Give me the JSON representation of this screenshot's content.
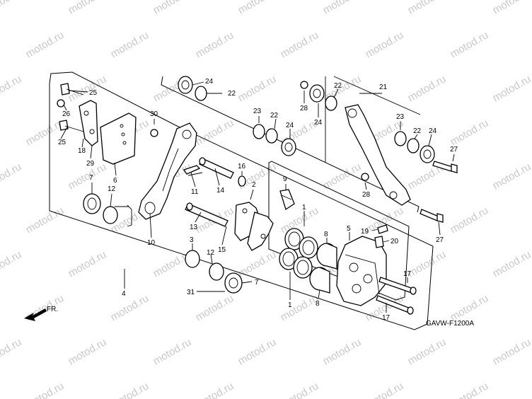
{
  "diagram": {
    "code": "GAVW-F1200A",
    "direction_label": "FR.",
    "watermark": "motod.ru",
    "callouts": [
      {
        "id": "c-25a",
        "text": "25"
      },
      {
        "id": "c-25b",
        "text": "25"
      },
      {
        "id": "c-26",
        "text": "26"
      },
      {
        "id": "c-18",
        "text": "18"
      },
      {
        "id": "c-29",
        "text": "29"
      },
      {
        "id": "c-6",
        "text": "6"
      },
      {
        "id": "c-7a",
        "text": "7"
      },
      {
        "id": "c-12a",
        "text": "12"
      },
      {
        "id": "c-24a",
        "text": "24"
      },
      {
        "id": "c-22a",
        "text": "22"
      },
      {
        "id": "c-30",
        "text": "30"
      },
      {
        "id": "c-10",
        "text": "10"
      },
      {
        "id": "c-11",
        "text": "11"
      },
      {
        "id": "c-14",
        "text": "14"
      },
      {
        "id": "c-16",
        "text": "16"
      },
      {
        "id": "c-2",
        "text": "2"
      },
      {
        "id": "c-13",
        "text": "13"
      },
      {
        "id": "c-15",
        "text": "15"
      },
      {
        "id": "c-3",
        "text": "3"
      },
      {
        "id": "c-12b",
        "text": "12"
      },
      {
        "id": "c-7b",
        "text": "7"
      },
      {
        "id": "c-31",
        "text": "31"
      },
      {
        "id": "c-4",
        "text": "4"
      },
      {
        "id": "c-23a",
        "text": "23"
      },
      {
        "id": "c-22b",
        "text": "22"
      },
      {
        "id": "c-24b",
        "text": "24"
      },
      {
        "id": "c-9",
        "text": "9"
      },
      {
        "id": "c-1a",
        "text": "1"
      },
      {
        "id": "c-1b",
        "text": "1"
      },
      {
        "id": "c-8a",
        "text": "8"
      },
      {
        "id": "c-8b",
        "text": "8"
      },
      {
        "id": "c-5",
        "text": "5"
      },
      {
        "id": "c-19",
        "text": "19"
      },
      {
        "id": "c-20",
        "text": "20"
      },
      {
        "id": "c-17a",
        "text": "17"
      },
      {
        "id": "c-17b",
        "text": "17"
      },
      {
        "id": "c-28a",
        "text": "28"
      },
      {
        "id": "c-24c",
        "text": "24"
      },
      {
        "id": "c-22c",
        "text": "22"
      },
      {
        "id": "c-21",
        "text": "21"
      },
      {
        "id": "c-23b",
        "text": "23"
      },
      {
        "id": "c-22d",
        "text": "22"
      },
      {
        "id": "c-24d",
        "text": "24"
      },
      {
        "id": "c-27a",
        "text": "27"
      },
      {
        "id": "c-28b",
        "text": "28"
      },
      {
        "id": "c-27b",
        "text": "27"
      }
    ]
  }
}
